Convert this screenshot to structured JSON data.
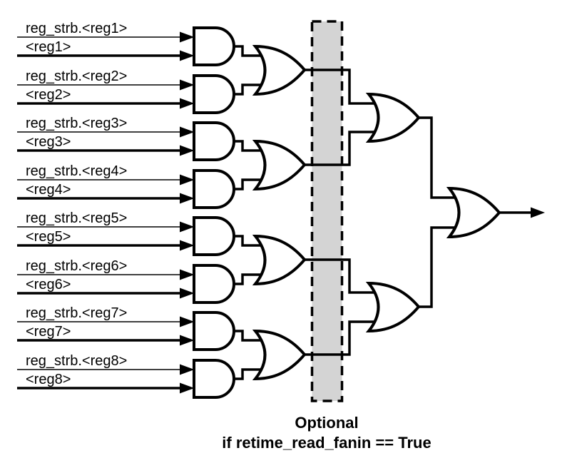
{
  "diagram": {
    "type": "logic-fanin-tree",
    "inputs": [
      {
        "strobe_label": "reg_strb.<reg1>",
        "reg_label": "<reg1>"
      },
      {
        "strobe_label": "reg_strb.<reg2>",
        "reg_label": "<reg2>"
      },
      {
        "strobe_label": "reg_strb.<reg3>",
        "reg_label": "<reg3>"
      },
      {
        "strobe_label": "reg_strb.<reg4>",
        "reg_label": "<reg4>"
      },
      {
        "strobe_label": "reg_strb.<reg5>",
        "reg_label": "<reg5>"
      },
      {
        "strobe_label": "reg_strb.<reg6>",
        "reg_label": "<reg6>"
      },
      {
        "strobe_label": "reg_strb.<reg7>",
        "reg_label": "<reg7>"
      },
      {
        "strobe_label": "reg_strb.<reg8>",
        "reg_label": "<reg8>"
      }
    ],
    "optional_region": {
      "caption_line1": "Optional",
      "caption_line2": "if retime_read_fanin == True",
      "fill_color": "#d4d4d4"
    },
    "colors": {
      "line": "#000000",
      "gate_fill": "#ffffff",
      "background": "#ffffff"
    }
  }
}
